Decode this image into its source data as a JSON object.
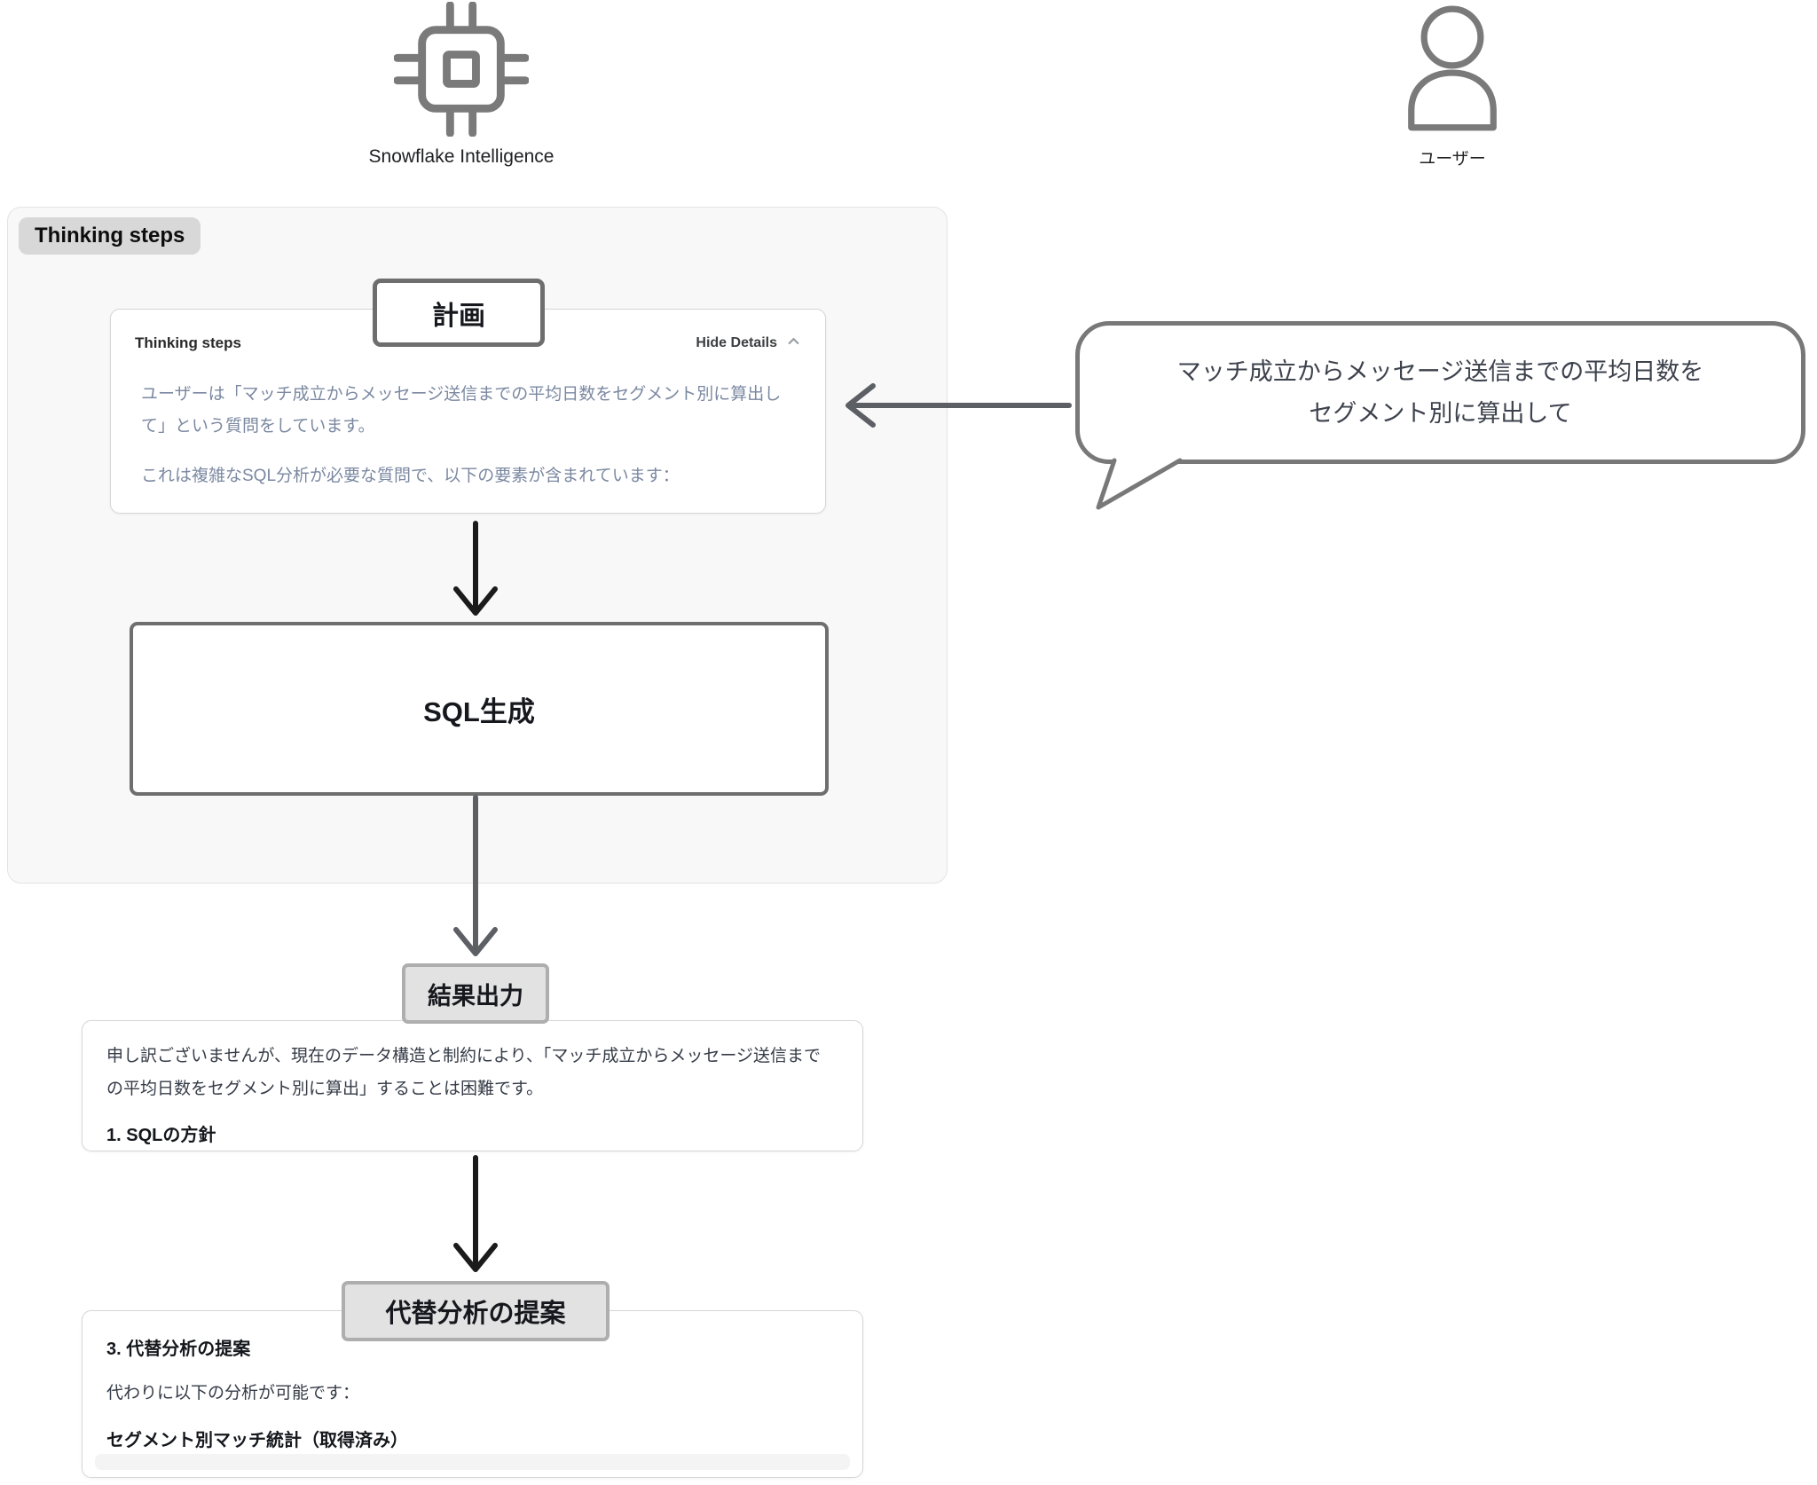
{
  "actors": {
    "ai": {
      "label": "Snowflake Intelligence",
      "icon": "chip-icon"
    },
    "user": {
      "label": "ユーザー",
      "icon": "person-icon"
    }
  },
  "thinking_container": {
    "badge": "Thinking steps",
    "plan_node": "計画",
    "card": {
      "title": "Thinking steps",
      "toggle_label": "Hide Details",
      "toggle_icon": "chevron-up-icon",
      "paragraph_1": "ユーザーは「マッチ成立からメッセージ送信までの平均日数をセグメント別に算出して」という質問をしています。",
      "paragraph_2": "これは複雑なSQL分析が必要な質問で、以下の要素が含まれています："
    },
    "sql_node": "SQL生成"
  },
  "output_section": {
    "result_node": "結果出力",
    "card": {
      "paragraph": "申し訳ございませんが、現在のデータ構造と制約により、「マッチ成立からメッセージ送信までの平均日数をセグメント別に算出」することは困難です。",
      "heading": "1. SQLの方針"
    }
  },
  "alternative_section": {
    "alt_node": "代替分析の提案",
    "card": {
      "heading": "3. 代替分析の提案",
      "paragraph": "代わりに以下の分析が可能です：",
      "subheading": "セグメント別マッチ統計（取得済み）"
    }
  },
  "user_bubble": {
    "line_1": "マッチ成立からメッセージ送信までの平均日数を",
    "line_2": "セグメント別に算出して"
  },
  "colors": {
    "canvas": "#ffffff",
    "container_bg": "#f8f8f8",
    "container_border": "#e3e3e3",
    "badge_bg": "#d8d8d8",
    "node_border": "#6e6e6e",
    "gray_node_bg": "#e2e2e2",
    "gray_node_border": "#aeaeae",
    "card_border": "#d6d6d6",
    "muted_blue_text": "#7b88a1",
    "dark_text": "#14171c",
    "arrow_black": "#1b1b1b",
    "arrow_gray": "#5c6065",
    "icon_gray": "#7a7a7a",
    "bubble_border": "#787878"
  }
}
